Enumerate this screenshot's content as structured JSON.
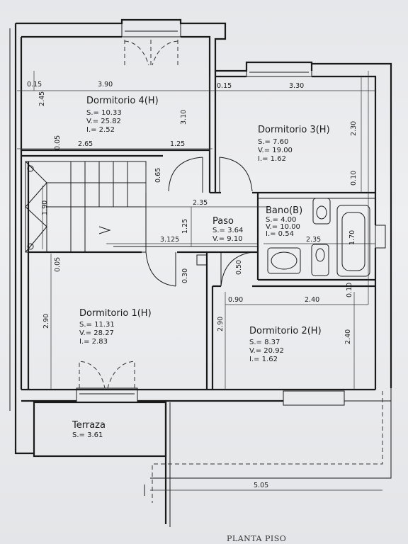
{
  "title": "PLANTA PISO",
  "rooms": {
    "d4": {
      "name": "Dormitorio 4(H)",
      "s": "S.= 10.33",
      "v": "V.= 25.82",
      "i": "I.= 2.52"
    },
    "d3": {
      "name": "Dormitorio 3(H)",
      "s": "S.= 7.60",
      "v": "V.= 19.00",
      "i": "I.= 1.62"
    },
    "paso": {
      "name": "Paso",
      "s": "S.= 3.64",
      "v": "V.= 9.10"
    },
    "bano": {
      "name": "Bano(B)",
      "s": "S.= 4.00",
      "v": "V.= 10.00",
      "i": "I.= 0.54"
    },
    "d1": {
      "name": "Dormitorio 1(H)",
      "s": "S.= 11.31",
      "v": "V.= 28.27",
      "i": "I.= 2.83"
    },
    "d2": {
      "name": "Dormitorio 2(H)",
      "s": "S.= 8.37",
      "v": "V.= 20.92",
      "i": "I.= 1.62"
    },
    "terraza": {
      "name": "Terraza",
      "s": "S.= 3.61"
    }
  },
  "dimensions": {
    "d_015_a": "0.15",
    "d_390": "3.90",
    "d_015_b": "0.15",
    "d_330": "3.30",
    "d_245": "2.45",
    "d_310": "3.10",
    "d_230": "2.30",
    "d_005_a": "0.05",
    "d_265": "2.65",
    "d_125_a": "1.25",
    "d_065": "0.65",
    "d_010_a": "0.10",
    "d_235_a": "2.35",
    "d_190": "1.90",
    "d_125_b": "1.25",
    "d_3125": "3.125",
    "d_170": "1.70",
    "d_235_b": "2.35",
    "d_005_b": "0.05",
    "d_030": "0.30",
    "d_050": "0.50",
    "d_010_b": "0.10",
    "d_090": "0.90",
    "d_240_a": "2.40",
    "d_290_a": "2.90",
    "d_290_b": "2.90",
    "d_240_b": "2.40",
    "d_505": "5.05"
  }
}
